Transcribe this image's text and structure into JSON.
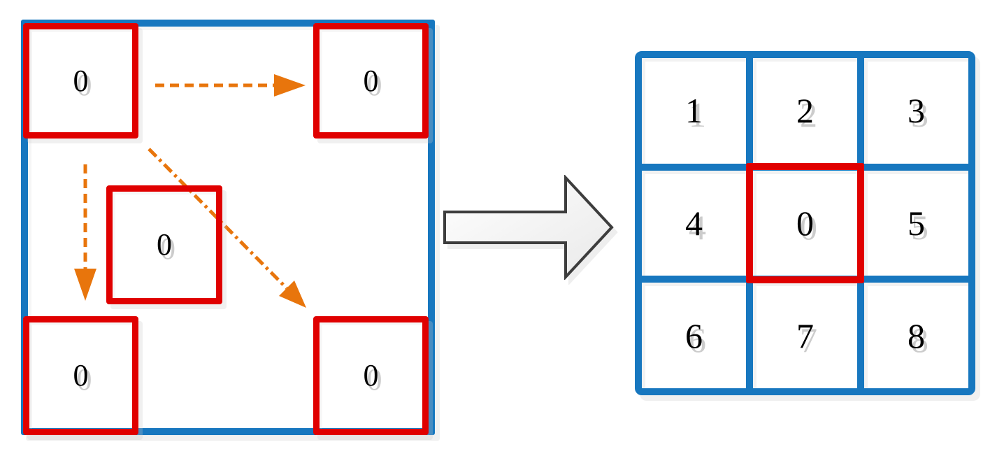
{
  "diagram": {
    "left_board": {
      "frame_color": "#1777bf",
      "square_border_color": "#e00000",
      "arrow_color": "#e8750c",
      "squares": [
        {
          "id": "top-left",
          "label": "0"
        },
        {
          "id": "top-right",
          "label": "0"
        },
        {
          "id": "center",
          "label": "0"
        },
        {
          "id": "bottom-left",
          "label": "0"
        },
        {
          "id": "bottom-right",
          "label": "0"
        }
      ],
      "arrows": [
        {
          "name": "move-right",
          "style": "dashed",
          "from": "top-left",
          "to": "top-right"
        },
        {
          "name": "move-down",
          "style": "dashed",
          "from": "top-left",
          "to": "bottom-left"
        },
        {
          "name": "move-diagonal",
          "style": "dash-dot",
          "from": "top-left",
          "to": "bottom-right"
        }
      ]
    },
    "transform_arrow": {
      "shape": "block-arrow-right",
      "outline_color": "#3d3d3d",
      "fill_color": "#f5f5f5"
    },
    "right_grid": {
      "rows": 3,
      "cols": 3,
      "border_color": "#1777bf",
      "highlight_color": "#e00000",
      "cells": [
        "1",
        "2",
        "3",
        "4",
        "0",
        "5",
        "6",
        "7",
        "8"
      ],
      "highlight_index": 4,
      "highlight_value": "0"
    }
  }
}
